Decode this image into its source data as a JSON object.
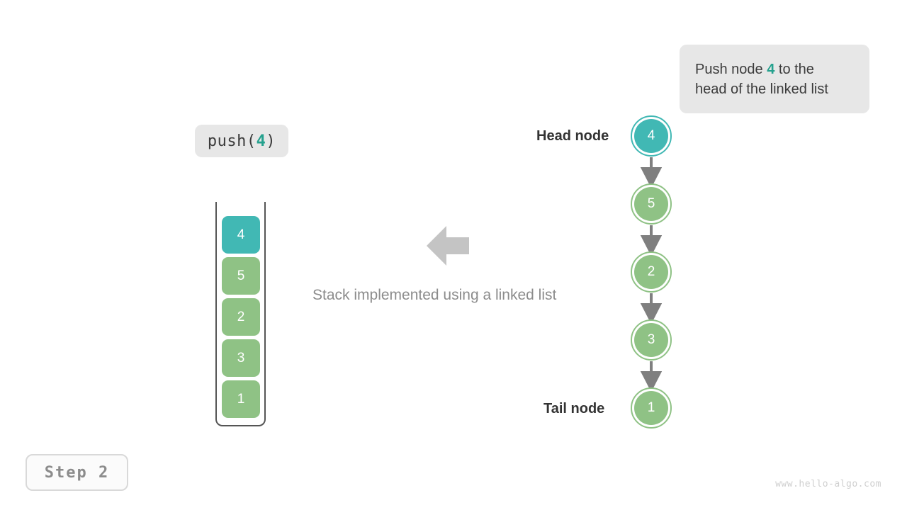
{
  "callout": {
    "prefix": "Push node ",
    "value": "4",
    "suffix": " to the",
    "line2": "head of the linked list"
  },
  "operation_chip": {
    "prefix": "push(",
    "value": "4",
    "suffix": ")"
  },
  "caption": {
    "text": "Stack implemented using a linked list"
  },
  "stack": {
    "items": [
      {
        "value": "4",
        "color": "#41b8b4"
      },
      {
        "value": "5",
        "color": "#8fc285"
      },
      {
        "value": "2",
        "color": "#8fc285"
      },
      {
        "value": "3",
        "color": "#8fc285"
      },
      {
        "value": "1",
        "color": "#8fc285"
      }
    ]
  },
  "linked_list": {
    "head_label": "Head node",
    "tail_label": "Tail node",
    "nodes": [
      {
        "value": "4",
        "color": "#41b8b4",
        "ring": "#41b8b4"
      },
      {
        "value": "5",
        "color": "#8fc285",
        "ring": "#8fc285"
      },
      {
        "value": "2",
        "color": "#8fc285",
        "ring": "#8fc285"
      },
      {
        "value": "3",
        "color": "#8fc285",
        "ring": "#8fc285"
      },
      {
        "value": "1",
        "color": "#8fc285",
        "ring": "#8fc285"
      }
    ]
  },
  "step_badge": {
    "label": "Step 2"
  },
  "watermark": {
    "text": "www.hello-algo.com"
  },
  "colors": {
    "accent_teal": "#25a18e",
    "node_teal": "#41b8b4",
    "node_green": "#8fc285",
    "arrow_gray": "#7f7f7f",
    "big_arrow_gray": "#c4c4c4",
    "chip_bg": "#e7e7e7"
  }
}
